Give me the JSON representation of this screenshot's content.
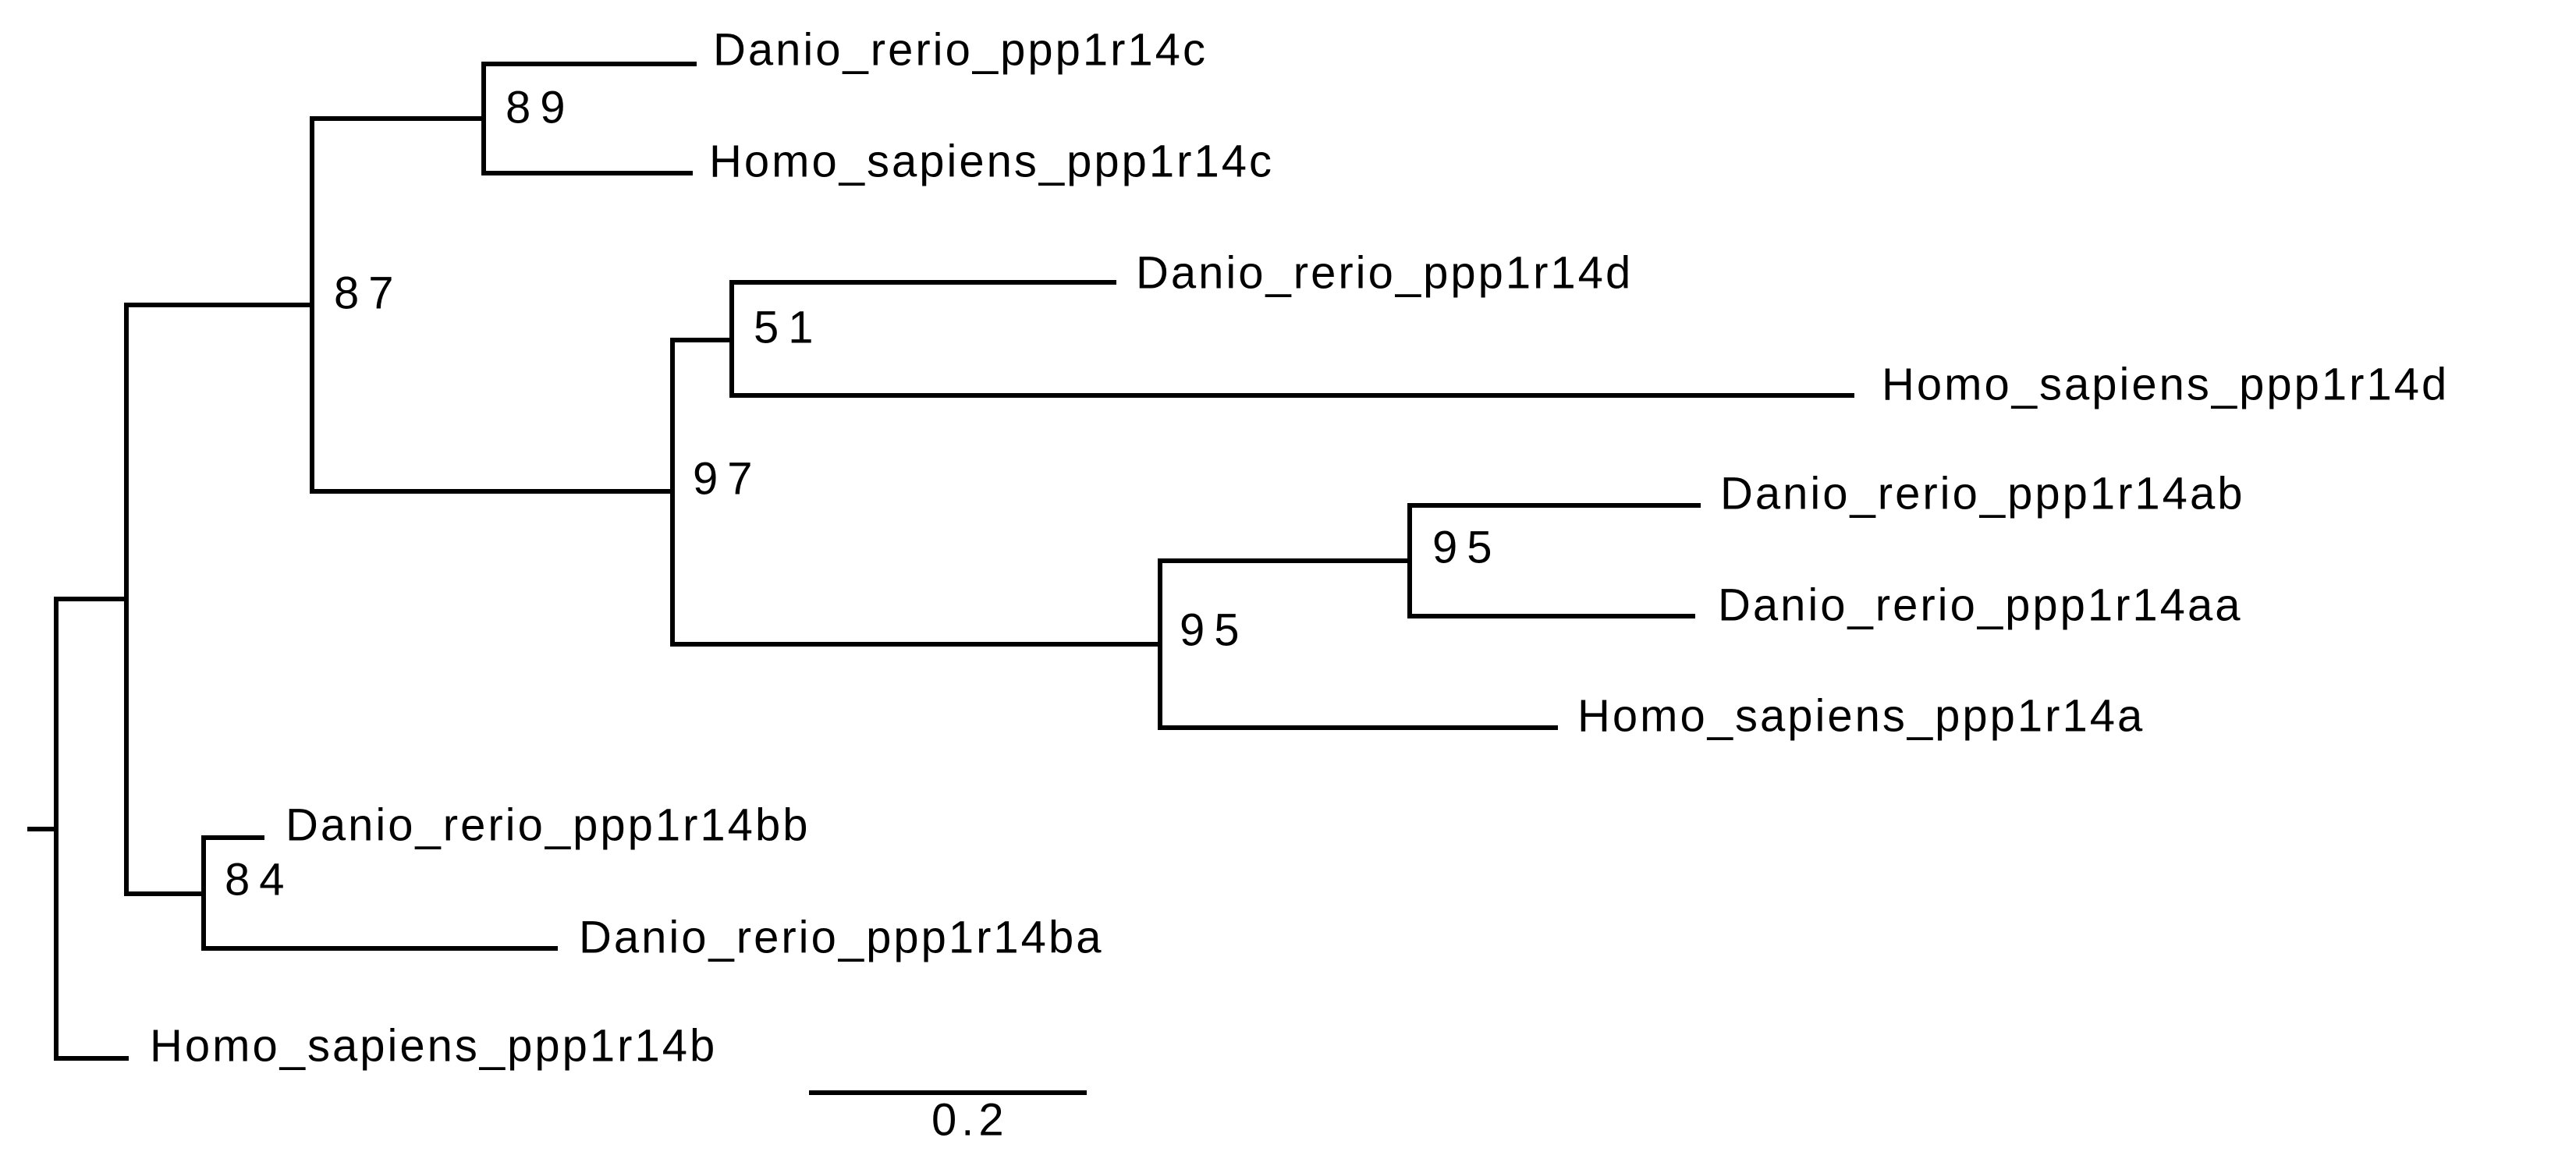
{
  "tree": {
    "leaves": {
      "dr_c": "Danio_rerio_ppp1r14c",
      "hs_c": "Homo_sapiens_ppp1r14c",
      "dr_d": "Danio_rerio_ppp1r14d",
      "hs_d": "Homo_sapiens_ppp1r14d",
      "dr_ab": "Danio_rerio_ppp1r14ab",
      "dr_aa": "Danio_rerio_ppp1r14aa",
      "hs_a": "Homo_sapiens_ppp1r14a",
      "dr_bb": "Danio_rerio_ppp1r14bb",
      "dr_ba": "Danio_rerio_ppp1r14ba",
      "hs_b": "Homo_sapiens_ppp1r14b"
    },
    "bootstrap": {
      "c_clade": "89",
      "c_plus_d_a": "87",
      "d_clade": "51",
      "d_plus_a": "97",
      "aa_ab": "95",
      "a_clade": "95",
      "b_danio": "84"
    },
    "scale_bar": {
      "label": "0.2",
      "value": 0.2
    }
  },
  "colors": {
    "line": "#000000",
    "text": "#000000",
    "background": "#ffffff"
  }
}
